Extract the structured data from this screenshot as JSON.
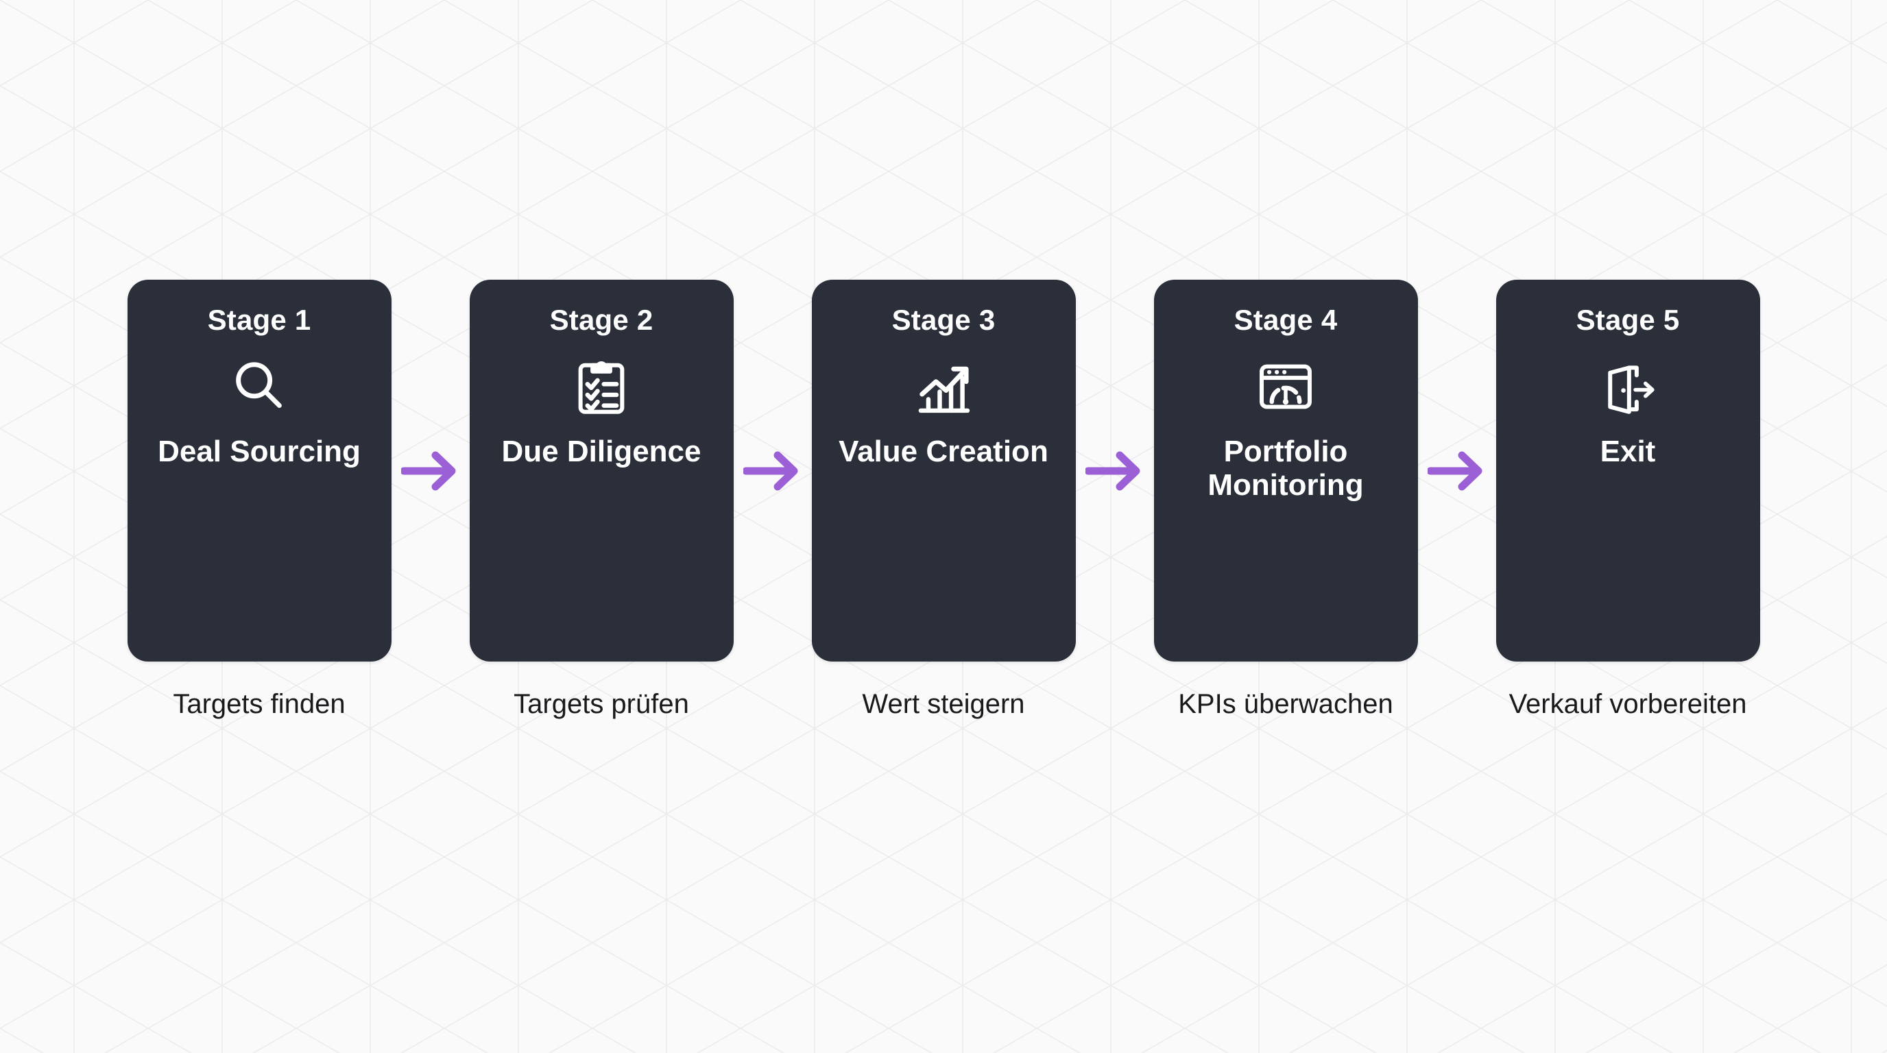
{
  "diagram": {
    "type": "process-flow",
    "title": "",
    "orientation": "horizontal",
    "stage_count": 5,
    "colors": {
      "card_background": "#2B2F3A",
      "card_text": "#FFFFFF",
      "arrow": "#9B5FD6",
      "page_background": "#FAFAFB",
      "caption_text": "#1A1A1D",
      "lattice_line": "#ECECEE"
    },
    "connector_icon": "arrow-right-icon",
    "stages": [
      {
        "label": "Stage 1",
        "title": "Deal Sourcing",
        "caption": "Targets finden",
        "icon": "magnifier-icon"
      },
      {
        "label": "Stage 2",
        "title": "Due Diligence",
        "caption": "Targets prüfen",
        "icon": "clipboard-checklist-icon"
      },
      {
        "label": "Stage 3",
        "title": "Value Creation",
        "caption": "Wert steigern",
        "icon": "growth-chart-icon"
      },
      {
        "label": "Stage 4",
        "title": "Portfolio Monitoring",
        "caption": "KPIs überwachen",
        "icon": "dashboard-gauge-icon"
      },
      {
        "label": "Stage 5",
        "title": "Exit",
        "caption": "Verkauf vorbereiten",
        "icon": "exit-door-icon"
      }
    ]
  }
}
